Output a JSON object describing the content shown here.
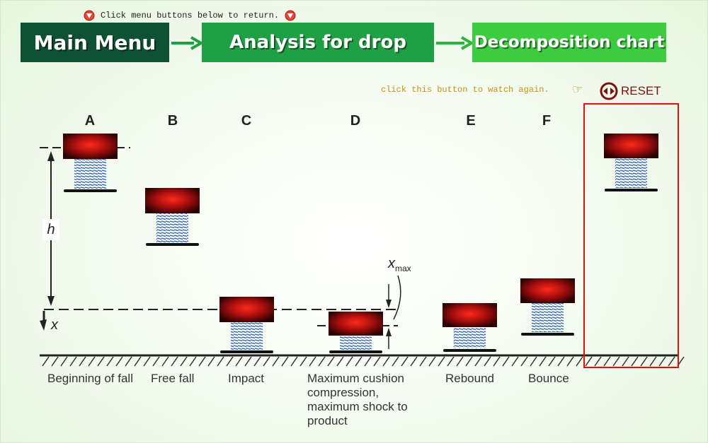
{
  "hints": {
    "return": "Click menu buttons below to return.",
    "replay": "click this button to watch again."
  },
  "nav": {
    "main_menu": "Main Menu",
    "analysis": "Analysis for drop",
    "decomposition": "Decomposition chart"
  },
  "reset": {
    "label": "RESET"
  },
  "stages": [
    {
      "letter": "A",
      "caption": "Beginning of fall"
    },
    {
      "letter": "B",
      "caption": "Free fall"
    },
    {
      "letter": "C",
      "caption": "Impact"
    },
    {
      "letter": "D",
      "caption": "Maximum cushion compression, maximum shock to product"
    },
    {
      "letter": "E",
      "caption": "Rebound"
    },
    {
      "letter": "F",
      "caption": "Bounce"
    }
  ],
  "symbols": {
    "h": "h",
    "x": "x",
    "xmax_base": "x",
    "xmax_sub": "max"
  },
  "colors": {
    "main_menu_bg": "#0f5233",
    "analysis_bg": "#1fa044",
    "decomposition_bg": "#3dcb3f",
    "product_red": "#e01010",
    "spring_blue": "#2a5fbf",
    "highlight_red": "#e01010",
    "reset_color": "#7d1212",
    "hint_color": "#c79019"
  },
  "icons": {
    "return_hint": "red-down-arrow-icon",
    "replay_hint": "pointing-hand-icon",
    "reset": "reset-circle-icon",
    "nav_arrow": "green-right-arrow-icon"
  }
}
